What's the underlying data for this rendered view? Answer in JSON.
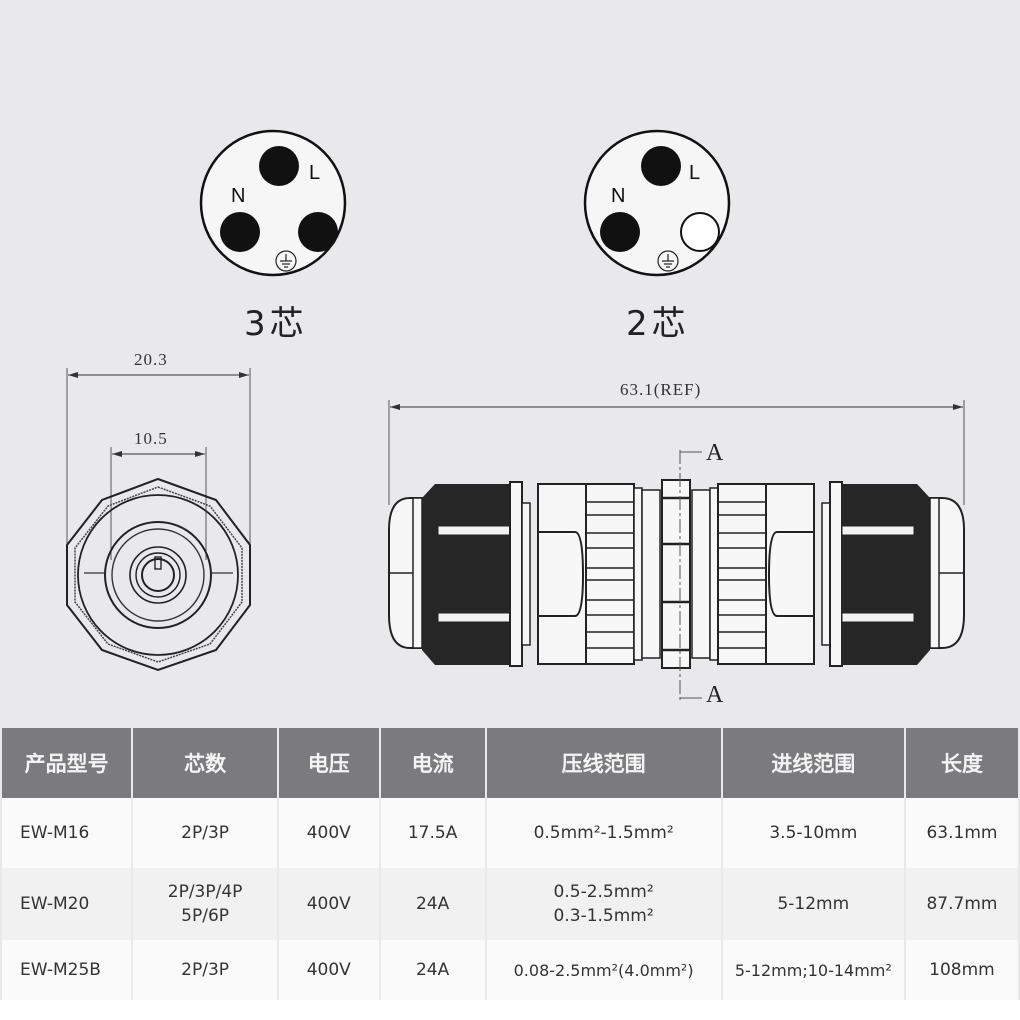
{
  "pin_diagrams": [
    {
      "id": "3-core",
      "label": "3芯",
      "pins": [
        {
          "name": "L",
          "filled": true
        },
        {
          "name": "N",
          "filled": true
        },
        {
          "name": "ground-side",
          "filled": true
        }
      ],
      "ground_symbol": "earth-ground-icon",
      "pin_labels": {
        "l": "L",
        "n": "N"
      }
    },
    {
      "id": "2-core",
      "label": "2芯",
      "pins": [
        {
          "name": "L",
          "filled": true
        },
        {
          "name": "N",
          "filled": true
        },
        {
          "name": "unused",
          "filled": false
        }
      ],
      "ground_symbol": "earth-ground-icon",
      "pin_labels": {
        "l": "L",
        "n": "N"
      }
    }
  ],
  "end_view": {
    "outer_dimension": "20.3",
    "inner_dimension": "10.5"
  },
  "side_view": {
    "length_dimension": "63.1(REF)",
    "section_marker_top": "A",
    "section_marker_bottom": "A"
  },
  "spec_table": {
    "headers": [
      "产品型号",
      "芯数",
      "电压",
      "电流",
      "压线范围",
      "进线范围",
      "长度"
    ],
    "rows": [
      {
        "model": "EW-M16",
        "cores": "2P/3P",
        "cores2": "",
        "voltage": "400V",
        "current": "17.5A",
        "crimp_range": "0.5mm²-1.5mm²",
        "crimp_range2": "",
        "cable_range": "3.5-10mm",
        "length": "63.1mm"
      },
      {
        "model": "EW-M20",
        "cores": "2P/3P/4P",
        "cores2": "5P/6P",
        "voltage": "400V",
        "current": "24A",
        "crimp_range": "0.5-2.5mm²",
        "crimp_range2": "0.3-1.5mm²",
        "cable_range": "5-12mm",
        "length": "87.7mm"
      },
      {
        "model": "EW-M25B",
        "cores": "2P/3P",
        "cores2": "",
        "voltage": "400V",
        "current": "24A",
        "crimp_range": "0.08-2.5mm²(4.0mm²)",
        "crimp_range2": "",
        "cable_range": "5-12mm;10-14mm²",
        "length": "108mm"
      }
    ]
  },
  "colors": {
    "background": "#e9e9eb",
    "header_bg": "#7b7b7d",
    "header_text": "#f4f4f4",
    "row_light": "#fafafa",
    "row_alt": "#f1f1f2",
    "ink": "#222222"
  }
}
